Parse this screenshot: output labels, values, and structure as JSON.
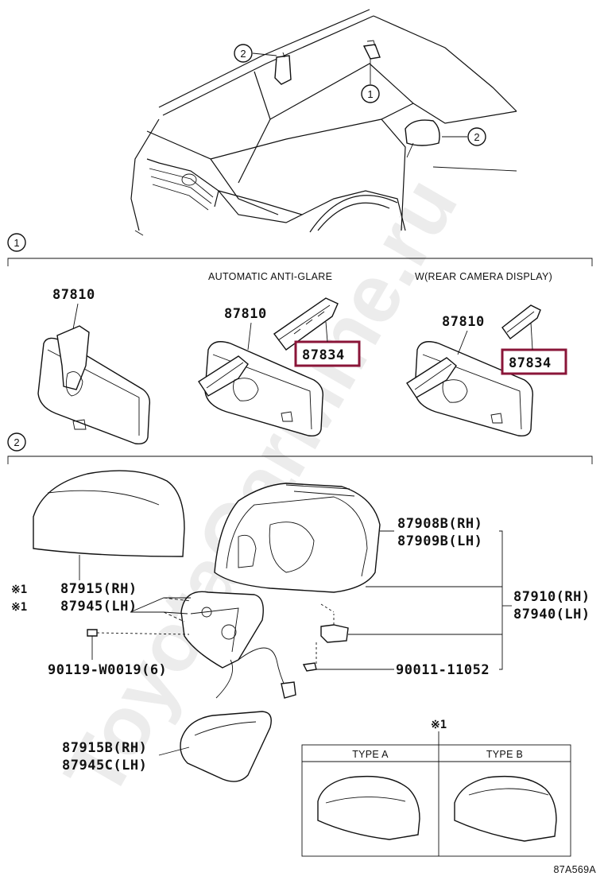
{
  "watermark": "ToyotaCarMine.ru",
  "callouts": {
    "one": "1",
    "two": "2"
  },
  "section1": {
    "marker": "1",
    "caption_antiglare": "AUTOMATIC ANTI-GLARE",
    "caption_camera": "W(REAR CAMERA DISPLAY)",
    "parts": {
      "mirror_basic": "87810",
      "mirror_antiglare": "87810",
      "cover_antiglare": "87834",
      "mirror_camera": "87810",
      "cover_camera": "87834"
    }
  },
  "section2": {
    "marker": "2",
    "parts": {
      "cover_rh_prefix": "※1",
      "cover_rh": "87915(RH)",
      "cover_lh_prefix": "※1",
      "cover_lh": "87945(LH)",
      "screw": "90119-W0019(6)",
      "mirror_sub_rh": "87908B(RH)",
      "mirror_sub_lh": "87909B(LH)",
      "mirror_assy_rh": "87910(RH)",
      "mirror_assy_lh": "87940(LH)",
      "clip": "90011-11052",
      "cover_b_rh": "87915B(RH)",
      "cover_b_lh": "87945C(LH)"
    },
    "note_marker": "※1",
    "types": {
      "a": "TYPE A",
      "b": "TYPE B"
    }
  },
  "drawing_code": "87A569A",
  "highlight_color": "#8a1538"
}
